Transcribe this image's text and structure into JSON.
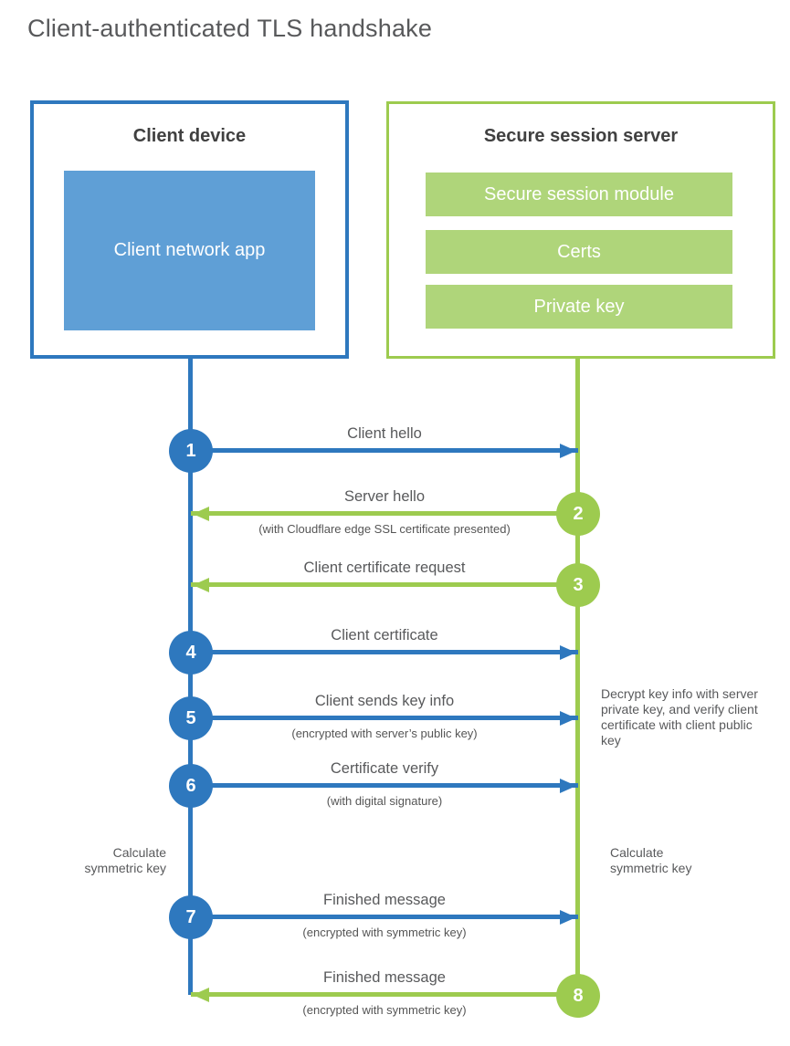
{
  "title": "Client-authenticated TLS handshake",
  "colors": {
    "blue_stroke": "#2E78BE",
    "blue_fill": "#5F9FD6",
    "green_stroke": "#9DCB4F",
    "green_fill": "#AFD57A"
  },
  "client": {
    "heading": "Client device",
    "app": "Client network app"
  },
  "server": {
    "heading": "Secure session server",
    "modules": [
      "Secure session module",
      "Certs",
      "Private key"
    ]
  },
  "steps": [
    {
      "num": "1",
      "label": "Client hello",
      "direction": "right",
      "color": "blue"
    },
    {
      "num": "2",
      "label": "Server hello",
      "sub": "(with Cloudflare edge SSL certificate presented)",
      "direction": "left",
      "color": "green"
    },
    {
      "num": "3",
      "label": "Client certificate request",
      "direction": "left",
      "color": "green"
    },
    {
      "num": "4",
      "label": "Client certificate",
      "direction": "right",
      "color": "blue"
    },
    {
      "num": "5",
      "label": "Client sends key info",
      "sub": "(encrypted with server’s public key)",
      "direction": "right",
      "color": "blue"
    },
    {
      "num": "6",
      "label": "Certificate verify",
      "sub": "(with digital signature)",
      "direction": "right",
      "color": "blue"
    },
    {
      "num": "7",
      "label": "Finished message",
      "sub": "(encrypted with symmetric key)",
      "direction": "right",
      "color": "blue"
    },
    {
      "num": "8",
      "label": "Finished message",
      "sub": "(encrypted with symmetric key)",
      "direction": "left",
      "color": "green"
    }
  ],
  "notes": {
    "decrypt": "Decrypt key info with server private key, and verify client certificate with client public key",
    "calc_left": "Calculate symmetric key",
    "calc_right": "Calculate symmetric key"
  }
}
